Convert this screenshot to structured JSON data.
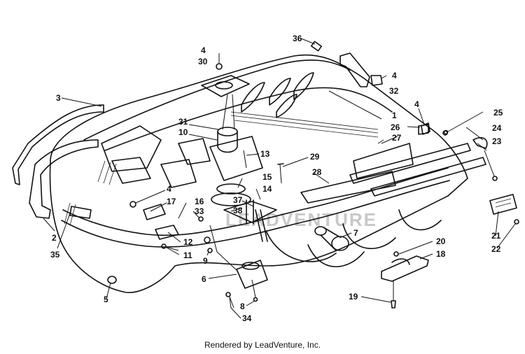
{
  "credit": "Rendered by LeadVenture, Inc.",
  "watermark": "LEADVENTURE",
  "callouts": [
    {
      "label": "36"
    },
    {
      "label": "4"
    },
    {
      "label": "30"
    },
    {
      "label": "4"
    },
    {
      "label": "32"
    },
    {
      "label": "3"
    },
    {
      "label": "1"
    },
    {
      "label": "4"
    },
    {
      "label": "25"
    },
    {
      "label": "26"
    },
    {
      "label": "24"
    },
    {
      "label": "31"
    },
    {
      "label": "10"
    },
    {
      "label": "27"
    },
    {
      "label": "23"
    },
    {
      "label": "13"
    },
    {
      "label": "29"
    },
    {
      "label": "28"
    },
    {
      "label": "15"
    },
    {
      "label": "37"
    },
    {
      "label": "14"
    },
    {
      "label": "4"
    },
    {
      "label": "17"
    },
    {
      "label": "16"
    },
    {
      "label": "33"
    },
    {
      "label": "38"
    },
    {
      "label": "2"
    },
    {
      "label": "35"
    },
    {
      "label": "12"
    },
    {
      "label": "11"
    },
    {
      "label": "9"
    },
    {
      "label": "7"
    },
    {
      "label": "21"
    },
    {
      "label": "22"
    },
    {
      "label": "20"
    },
    {
      "label": "18"
    },
    {
      "label": "6"
    },
    {
      "label": "8"
    },
    {
      "label": "5"
    },
    {
      "label": "19"
    },
    {
      "label": "34"
    }
  ]
}
